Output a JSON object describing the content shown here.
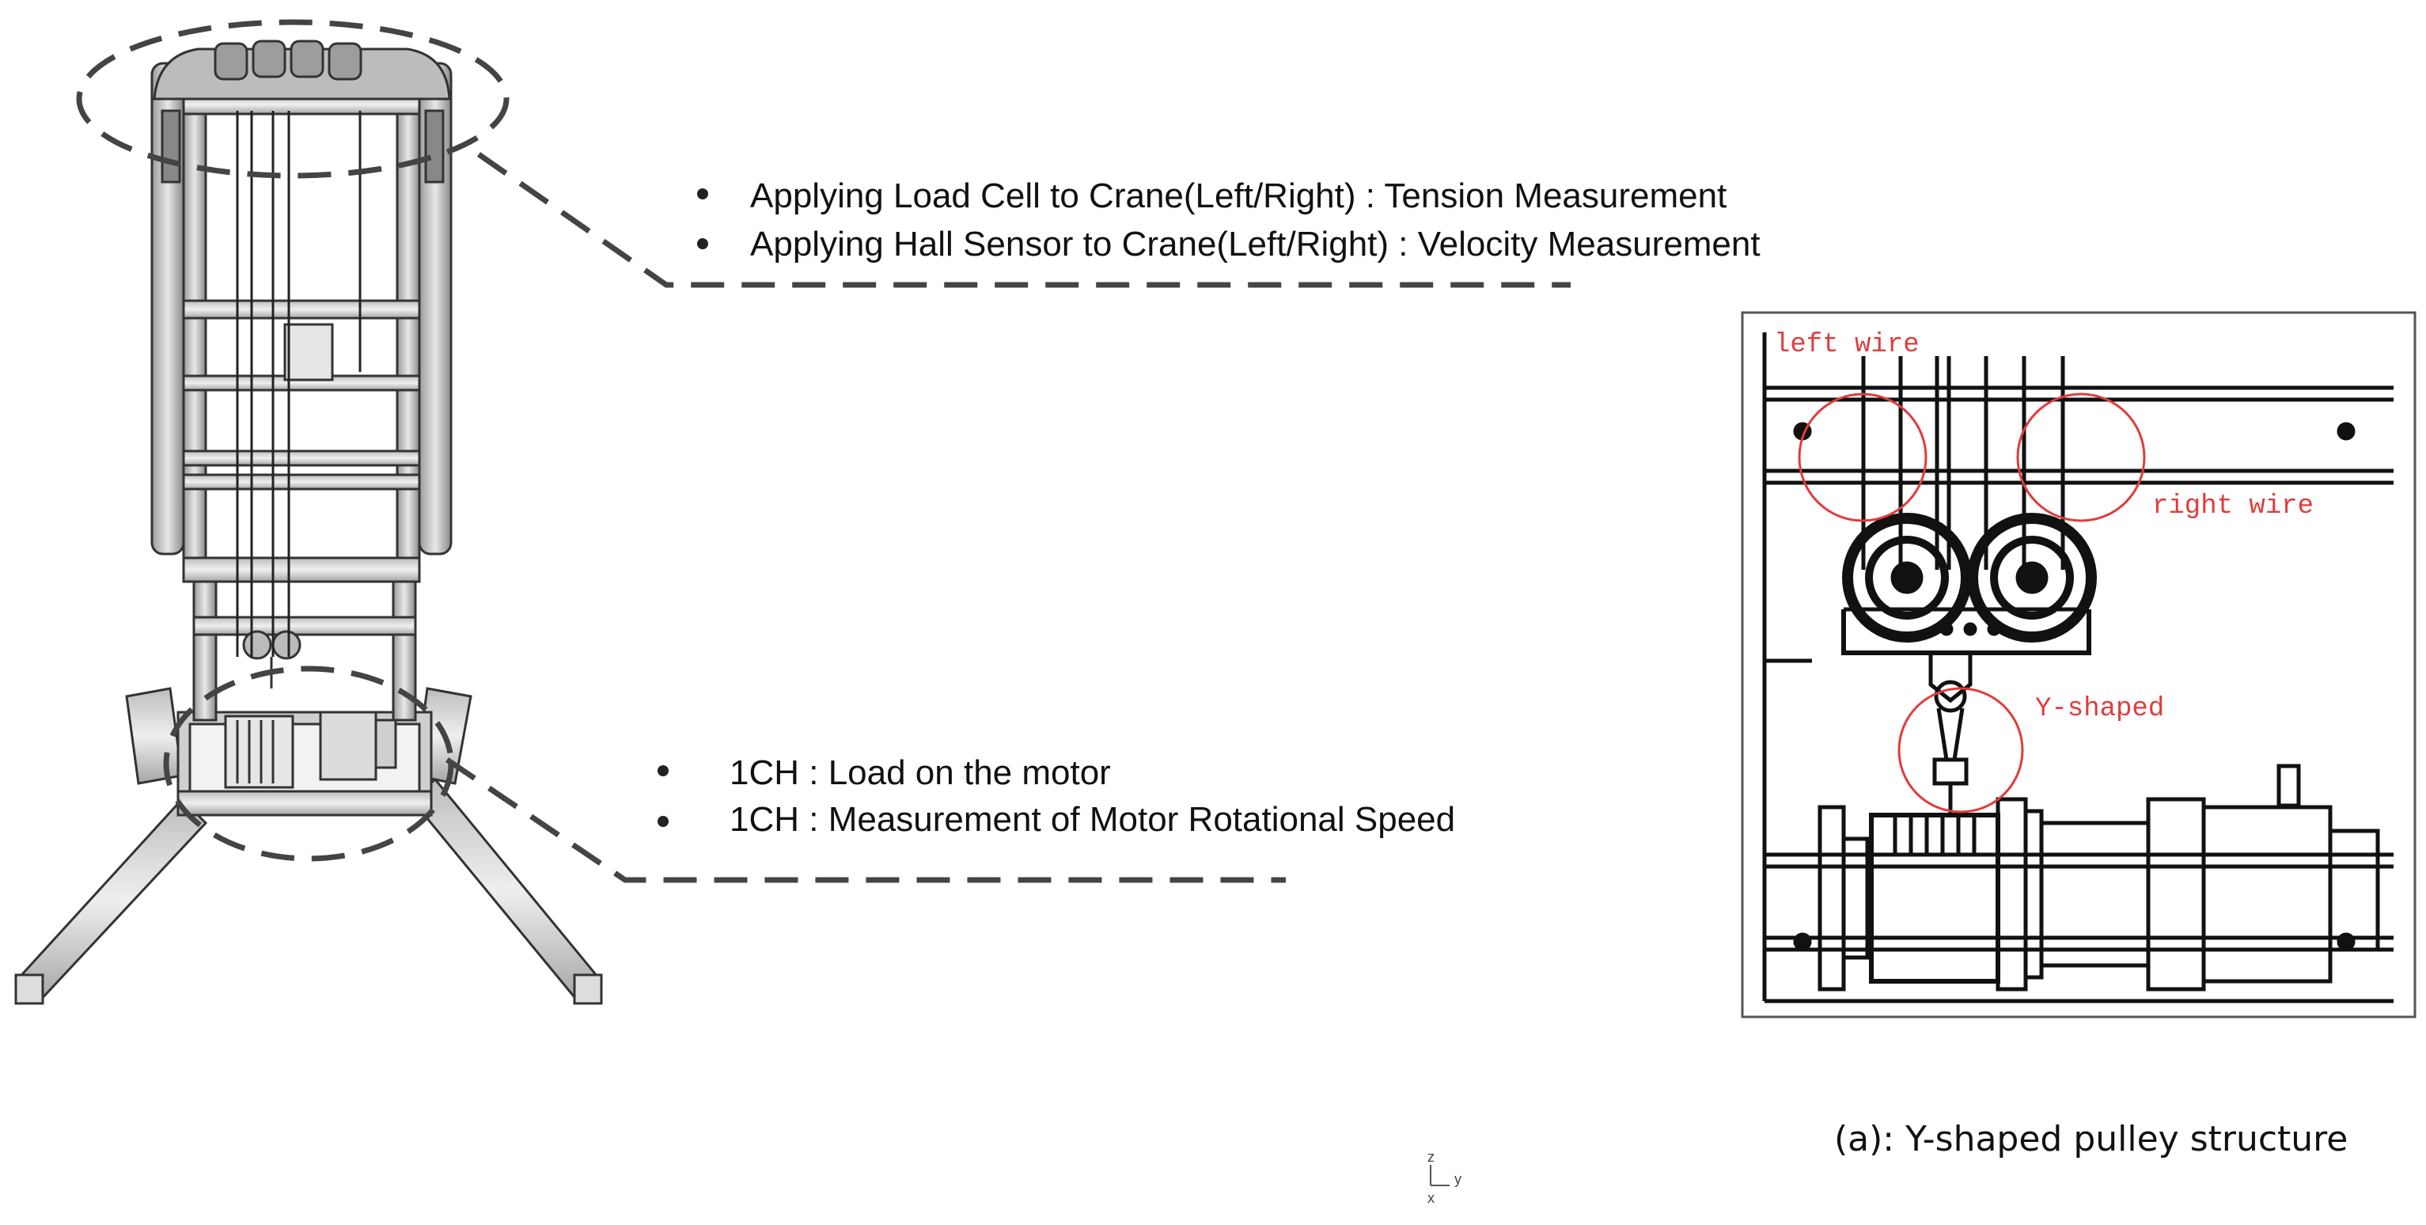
{
  "callouts": {
    "top": {
      "bullets": [
        "Applying Load Cell to Crane(Left/Right) : Tension Measurement",
        "Applying Hall Sensor to Crane(Left/Right) : Velocity Measurement"
      ]
    },
    "bottom": {
      "bullets": [
        "1CH : Load on the motor",
        "1CH : Measurement of Motor Rotational Speed"
      ]
    }
  },
  "inset": {
    "labels": {
      "left_wire": "left wire",
      "right_wire": "right wire",
      "y_shaped": "Y-shaped"
    }
  },
  "caption": "(a): Y-shaped pulley structure",
  "axes_triad": {
    "z": "z",
    "y": "y",
    "x": "x"
  },
  "colors": {
    "drawing": "#333333",
    "frame_fill": "#d9d9d9",
    "highlight": "#e03c3c",
    "dashed": "#444444"
  }
}
